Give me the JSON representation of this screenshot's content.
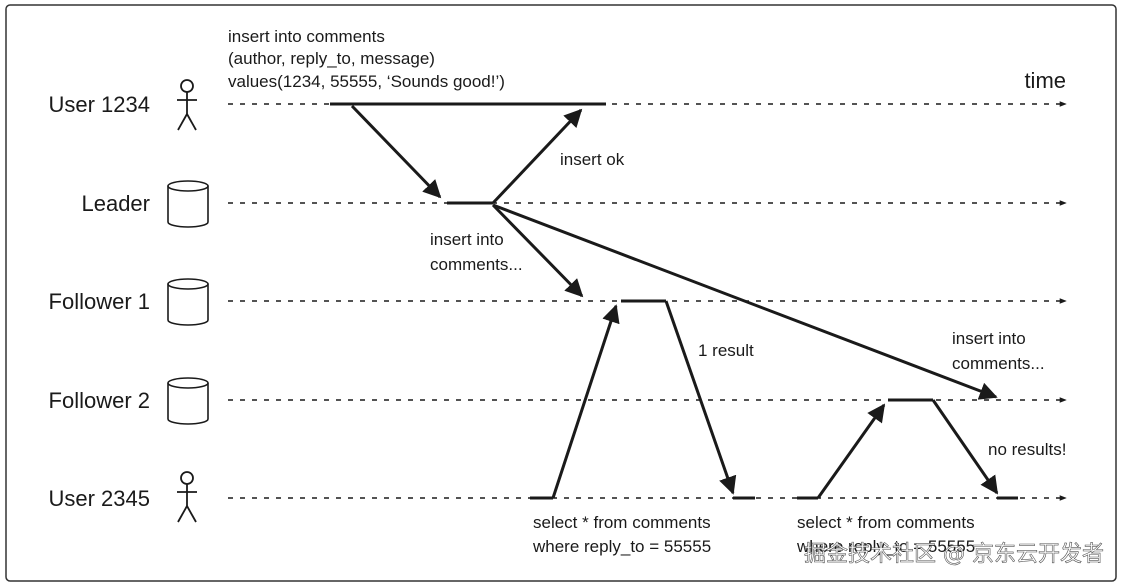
{
  "timeline_label": "time",
  "participants": [
    {
      "id": "user1234",
      "label": "User 1234",
      "icon": "stick-figure-icon"
    },
    {
      "id": "leader",
      "label": "Leader",
      "icon": "database-cylinder-icon"
    },
    {
      "id": "follower1",
      "label": "Follower 1",
      "icon": "database-cylinder-icon"
    },
    {
      "id": "follower2",
      "label": "Follower 2",
      "icon": "database-cylinder-icon"
    },
    {
      "id": "user2345",
      "label": "User 2345",
      "icon": "stick-figure-icon"
    }
  ],
  "annotations": {
    "insert_query": [
      "insert into comments",
      "(author, reply_to, message)",
      "values(1234, 55555, ‘Sounds good!’)"
    ],
    "insert_ok": "insert ok",
    "replicate_f1": [
      "insert into",
      "comments..."
    ],
    "replicate_f2": [
      "insert into",
      "comments..."
    ],
    "one_result": "1 result",
    "no_results": "no results!",
    "select_1": [
      "select * from comments",
      "where reply_to = 55555"
    ],
    "select_2": [
      "select * from comments",
      "where reply_to = 55555"
    ]
  },
  "watermark": "掘金技术社区 @ 京东云开发者",
  "colors": {
    "line": "#1a1a1a",
    "border": "#333333",
    "text": "#1a1a1a"
  }
}
